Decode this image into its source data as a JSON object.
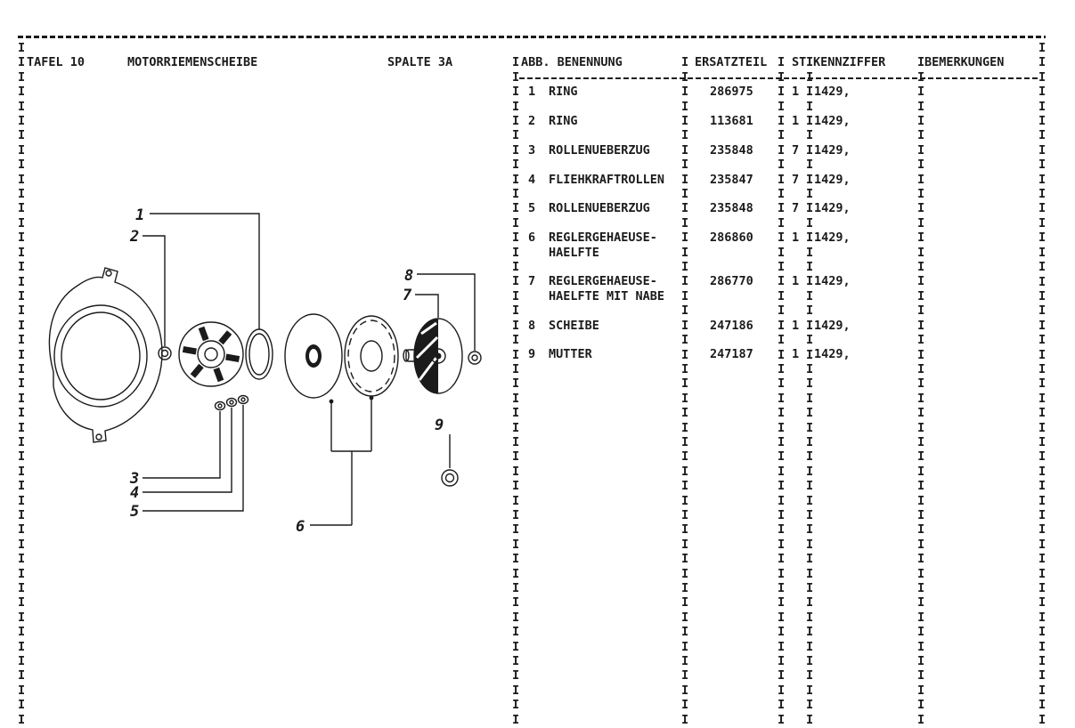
{
  "page": {
    "separator_char": "I",
    "ink_color": "#1b1b1b",
    "header": {
      "tafel": "TAFEL 10",
      "title": "MOTORRIEMENSCHEIBE",
      "spalte": "SPALTE 3A"
    },
    "table": {
      "headers": {
        "abb_benennung": "ABB. BENENNUNG",
        "ersatzteil": "ERSATZTEIL",
        "st": "ST",
        "kennziffer": "KENNZIFFER",
        "bemerkungen": "BEMERKUNGEN"
      },
      "rows": [
        {
          "abb": "1",
          "name": "RING",
          "name2": "",
          "ersatzteil": "286975",
          "st": "1",
          "kennziffer": "1429,"
        },
        {
          "abb": "2",
          "name": "RING",
          "name2": "",
          "ersatzteil": "113681",
          "st": "1",
          "kennziffer": "1429,"
        },
        {
          "abb": "3",
          "name": "ROLLENUEBERZUG",
          "name2": "",
          "ersatzteil": "235848",
          "st": "7",
          "kennziffer": "1429,"
        },
        {
          "abb": "4",
          "name": "FLIEHKRAFTROLLEN",
          "name2": "",
          "ersatzteil": "235847",
          "st": "7",
          "kennziffer": "1429,"
        },
        {
          "abb": "5",
          "name": "ROLLENUEBERZUG",
          "name2": "",
          "ersatzteil": "235848",
          "st": "7",
          "kennziffer": "1429,"
        },
        {
          "abb": "6",
          "name": "REGLERGEHAEUSE-",
          "name2": "HAELFTE",
          "ersatzteil": "286860",
          "st": "1",
          "kennziffer": "1429,"
        },
        {
          "abb": "7",
          "name": "REGLERGEHAEUSE-",
          "name2": "HAELFTE MIT NABE",
          "ersatzteil": "286770",
          "st": "1",
          "kennziffer": "1429,"
        },
        {
          "abb": "8",
          "name": "SCHEIBE",
          "name2": "",
          "ersatzteil": "247186",
          "st": "1",
          "kennziffer": "1429,"
        },
        {
          "abb": "9",
          "name": "MUTTER",
          "name2": "",
          "ersatzteil": "247187",
          "st": "1",
          "kennziffer": "1429,"
        }
      ]
    },
    "diagram": {
      "callouts": [
        "1",
        "2",
        "3",
        "4",
        "5",
        "6",
        "7",
        "8",
        "9"
      ]
    }
  }
}
